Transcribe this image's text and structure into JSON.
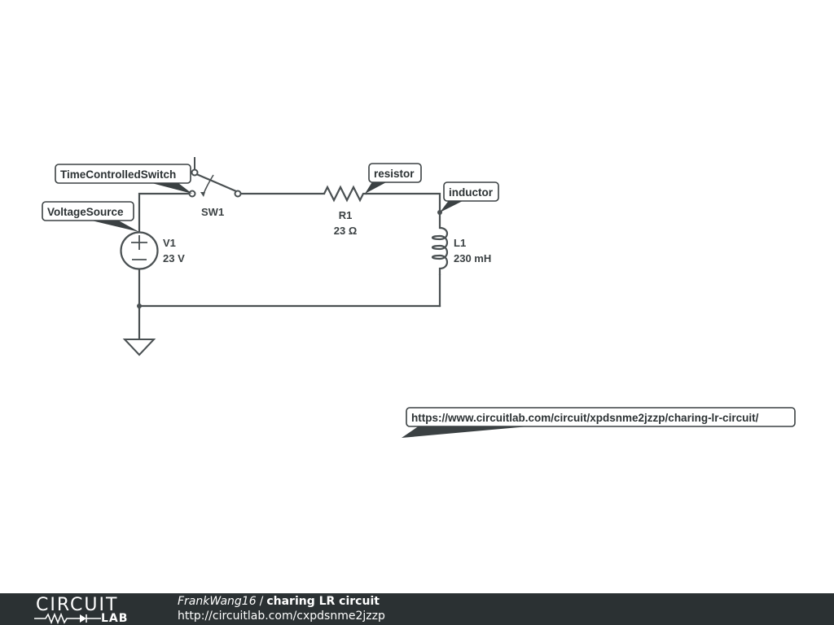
{
  "components": {
    "switch": {
      "name": "SW1"
    },
    "resistor": {
      "name": "R1",
      "value": "23 Ω"
    },
    "inductor": {
      "name": "L1",
      "value": "230 mH"
    },
    "source": {
      "name": "V1",
      "value": "23 V"
    }
  },
  "tags": {
    "switch": "TimeControlledSwitch",
    "resistor": "resistor",
    "inductor": "inductor",
    "source": "VoltageSource",
    "url": "https://www.circuitlab.com/circuit/xpdsnme2jzzp/charing-lr-circuit/"
  },
  "footer": {
    "logo_top": "CIRCUIT",
    "logo_bottom": "LAB",
    "author": "FrankWang16",
    "separator": "/",
    "title": "charing LR circuit",
    "url": "http://circuitlab.com/cxpdsnme2jzzp"
  }
}
